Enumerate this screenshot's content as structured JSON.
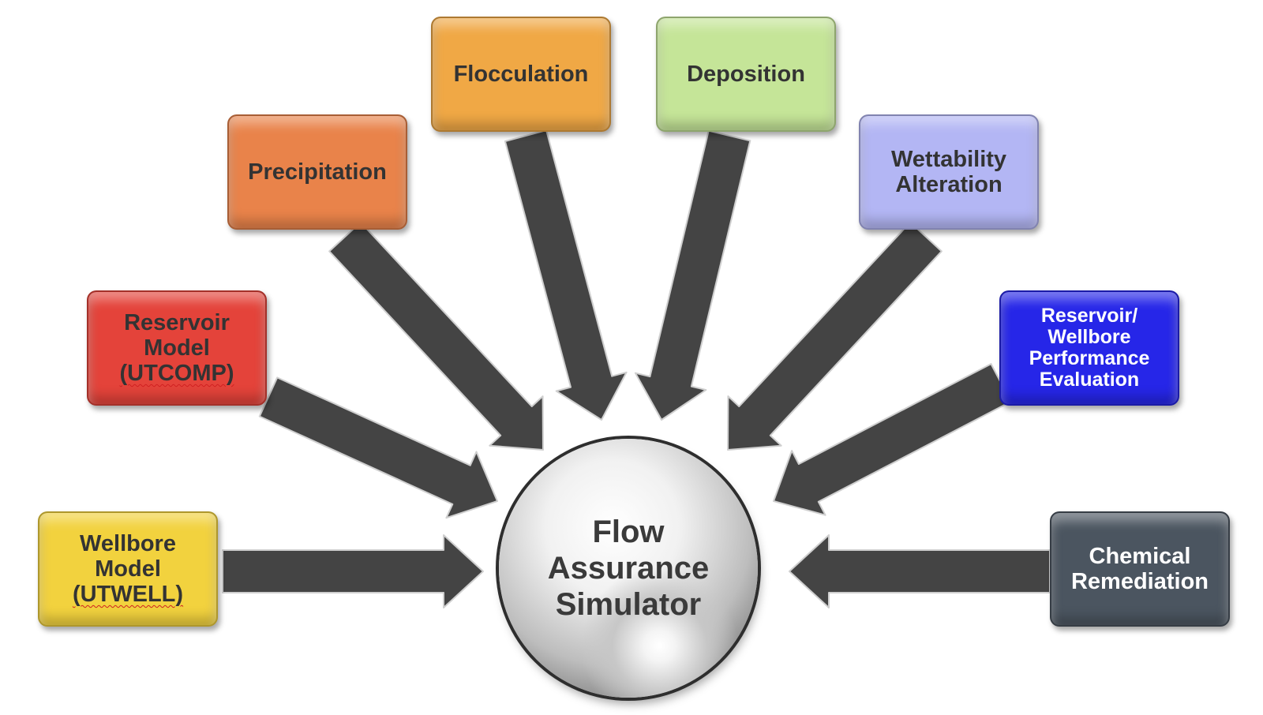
{
  "hub": {
    "label": "Flow Assurance Simulator"
  },
  "nodes": [
    {
      "id": "wellbore-model",
      "label": "Wellbore Model (UTWELL)",
      "lines": [
        "Wellbore",
        "Model",
        "(UTWELL)"
      ],
      "underline_line": 2,
      "color": "#f2d23e",
      "text_color": "#333333"
    },
    {
      "id": "reservoir-model",
      "label": "Reservoir Model (UTCOMP)",
      "lines": [
        "Reservoir",
        "Model",
        "(UTCOMP)"
      ],
      "underline_line": 2,
      "color": "#e4433a",
      "text_color": "#333333"
    },
    {
      "id": "precipitation",
      "label": "Precipitation",
      "lines": [
        "Precipitation"
      ],
      "color": "#e9834a",
      "text_color": "#333333"
    },
    {
      "id": "flocculation",
      "label": "Flocculation",
      "lines": [
        "Flocculation"
      ],
      "color": "#f0a845",
      "text_color": "#333333"
    },
    {
      "id": "deposition",
      "label": "Deposition",
      "lines": [
        "Deposition"
      ],
      "color": "#c5e598",
      "text_color": "#333333"
    },
    {
      "id": "wettability-alteration",
      "label": "Wettability Alteration",
      "lines": [
        "Wettability",
        "Alteration"
      ],
      "color": "#b3b6f4",
      "text_color": "#333333"
    },
    {
      "id": "reservoir-wellbore-performance-evaluation",
      "label": "Reservoir/ Wellbore Performance Evaluation",
      "lines": [
        "Reservoir/",
        "Wellbore",
        "Performance",
        "Evaluation"
      ],
      "color": "#2626e8",
      "text_color": "#ffffff"
    },
    {
      "id": "chemical-remediation",
      "label": "Chemical Remediation",
      "lines": [
        "Chemical",
        "Remediation"
      ],
      "color": "#4b5560",
      "text_color": "#ffffff"
    }
  ],
  "arrow_color": "#444444"
}
